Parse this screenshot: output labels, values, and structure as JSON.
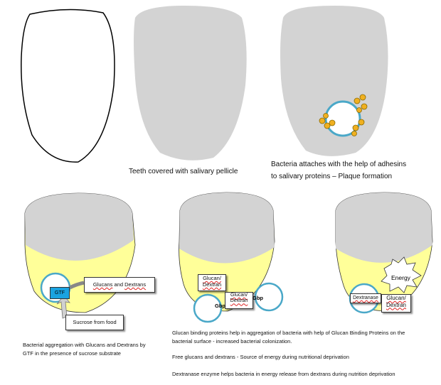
{
  "captions": {
    "panel2": "Teeth covered with salivary pellicle",
    "panel3_line1": "Bacteria attaches with the help of adhesins",
    "panel3_line2": "to salivary proteins – Plaque formation",
    "panel4_line1": "Bacterial aggregation with Glucans and Dextrans by",
    "panel4_line2": "GTF in the presence of sucrose substrate",
    "panel5_line1": "Glucan binding proteins help in aggregation of bacteria with help of Glucan Binding Proteins on the",
    "panel5_line2": "bacterial surface - increased bacterial colonization.",
    "panel6": "Free glucans and dextrans - Source of energy during nutritional deprivation",
    "panel7": "Dextranase enzyme helps bacteria in energy release from dextrans during nutrition deprivation"
  },
  "labels": {
    "gtf": "GTF",
    "glucans_dextrans_prefix": "Glucans",
    "glucans_dextrans_and": " and ",
    "glucans_dextrans_suffix": "Dextrans",
    "sucrose": "Sucrose from food",
    "glucan_dextran_line1": "Glucan/",
    "glucan_dextran_line2": "Dextran",
    "gbp": "Gbp",
    "dextranase": "Dextranase",
    "energy": "Energy"
  },
  "colors": {
    "tooth": "#d3d3d3",
    "plaque": "#ffff99",
    "bacteria_outline": "#4aa8c8",
    "adhesin": "#f0b020",
    "gtf": "#1aa3e0",
    "underline": "#dd2222"
  }
}
